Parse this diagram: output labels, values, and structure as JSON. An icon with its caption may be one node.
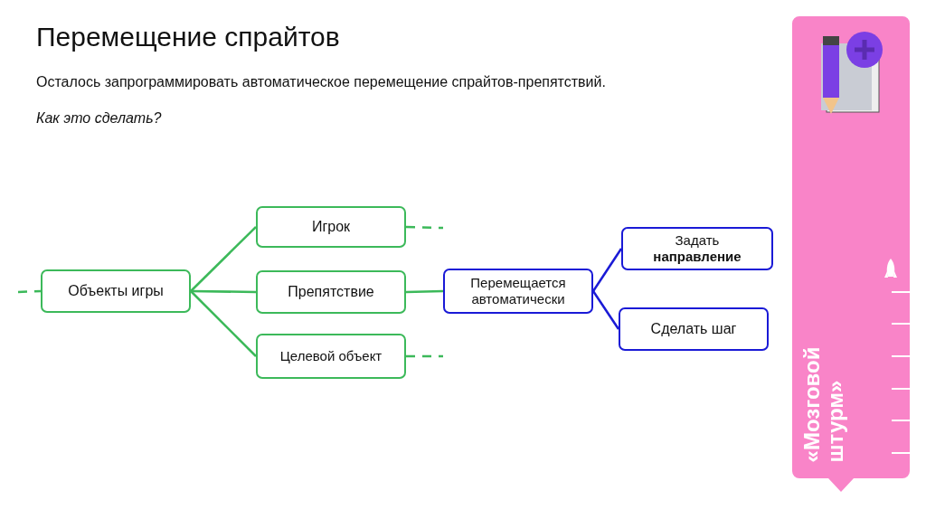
{
  "diagram": {
    "title": "Перемещение спрайтов",
    "nodes": [
      {
        "text": [
          "Объекты игры"
        ]
      },
      {
        "text": [
          "Игрок"
        ]
      },
      {
        "text": [
          "Препятствие"
        ]
      },
      {
        "text": [
          "Целевой объект"
        ]
      },
      {
        "text": [
          "Перемещается автоматически"
        ]
      },
      {
        "text": [
          "Задать **направление**"
        ]
      },
      {
        "text": [
          "Сделать шаг"
        ]
      }
    ],
    "edges": [
      {
        "from": null,
        "to": 0,
        "arrow": "none",
        "style": "dashed"
      },
      {
        "from": 0,
        "to": 1,
        "arrow": "none"
      },
      {
        "from": 0,
        "to": 2,
        "arrow": "none"
      },
      {
        "from": 0,
        "to": 3,
        "arrow": "none"
      },
      {
        "from": 1,
        "to": null,
        "arrow": "none",
        "style": "dashed"
      },
      {
        "from": 3,
        "to": null,
        "arrow": "none",
        "style": "dashed"
      },
      {
        "from": 2,
        "to": 4,
        "arrow": "none"
      },
      {
        "from": 4,
        "to": 5,
        "arrow": "none",
        "color": "#1a1ad6"
      },
      {
        "from": 4,
        "to": 6,
        "arrow": "none",
        "color": "#1a1ad6"
      }
    ],
    "labels": [
      "Осталось запрограммировать автоматическое перемещение спрайтов-препятствий.",
      "Как это сделать?",
      "«Мозговой штурм»"
    ]
  }
}
